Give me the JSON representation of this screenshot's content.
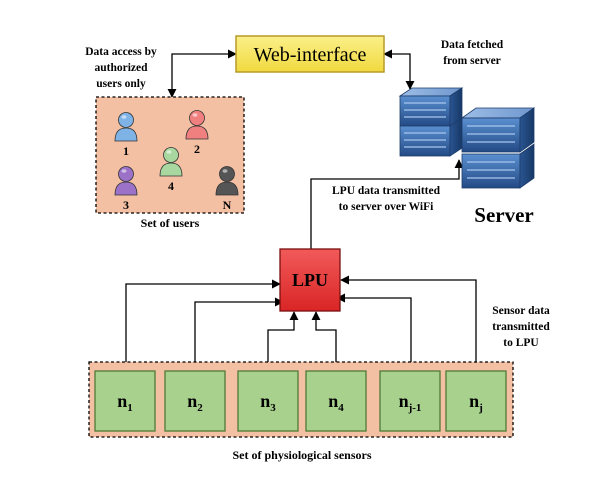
{
  "web_interface": {
    "label": "Web-interface",
    "fill": "#f7e55a",
    "stroke": "#b79a2a"
  },
  "users_group": {
    "caption": "Set of users",
    "fill": "#f4c0a4",
    "access_note": [
      "Data access by",
      "authorized",
      "users only"
    ],
    "users": [
      {
        "id": "1",
        "color": "#7fb3e6",
        "icon": "user-icon"
      },
      {
        "id": "2",
        "color": "#f08080",
        "icon": "user-icon"
      },
      {
        "id": "3",
        "color": "#9b72c8",
        "icon": "user-icon"
      },
      {
        "id": "4",
        "color": "#a8d8a0",
        "icon": "user-icon"
      },
      {
        "id": "N",
        "color": "#555555",
        "icon": "user-icon"
      }
    ]
  },
  "server": {
    "label": "Server",
    "fetch_note": [
      "Data fetched",
      "from server"
    ],
    "color": "#3d6fb0",
    "icon": "server-rack-icon"
  },
  "lpu": {
    "label": "LPU",
    "fill": "#ee3b3b",
    "to_server_note": [
      "LPU data transmitted",
      "to server over WiFi"
    ]
  },
  "sensors_group": {
    "caption": "Set of physiological sensors",
    "fill": "#f4c0a4",
    "sensor_fill": "#a9d18e",
    "note": [
      "Sensor data",
      "transmitted",
      "to LPU"
    ],
    "nodes": [
      {
        "base": "n",
        "sub": "1"
      },
      {
        "base": "n",
        "sub": "2"
      },
      {
        "base": "n",
        "sub": "3"
      },
      {
        "base": "n",
        "sub": "4"
      },
      {
        "base": "n",
        "sub": "j-1"
      },
      {
        "base": "n",
        "sub": "j"
      }
    ]
  }
}
